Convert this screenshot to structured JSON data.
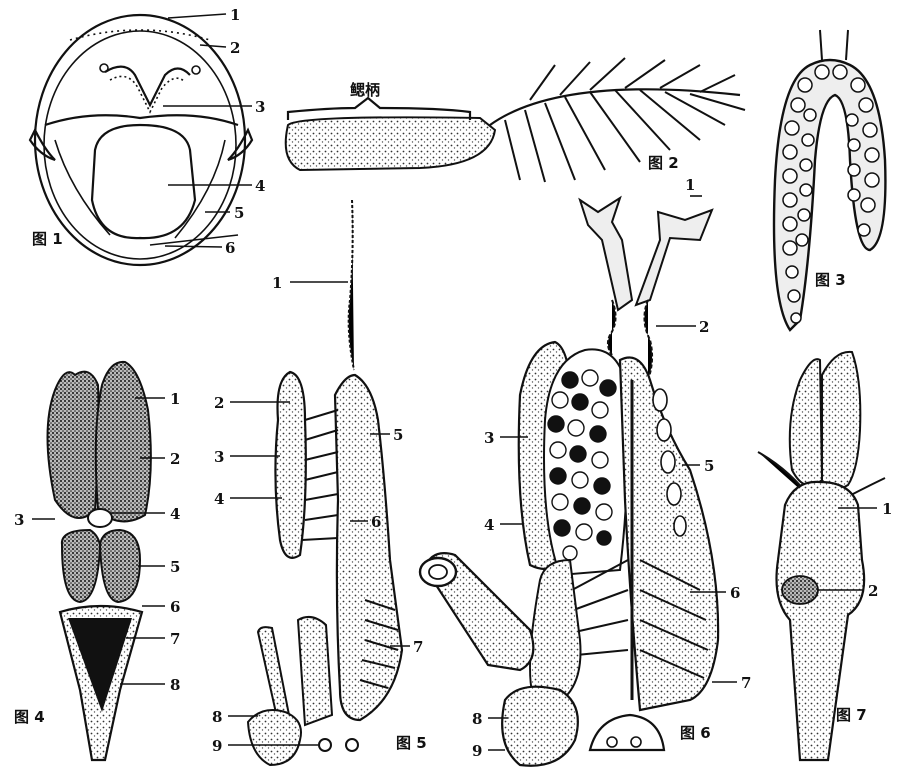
{
  "figure_captions": [
    "图 1",
    "图 2",
    "图 3",
    "图 4",
    "图 5",
    "图 6",
    "图 7"
  ],
  "fig1_labels": [
    "1",
    "2",
    "3",
    "4",
    "5",
    "6"
  ],
  "fig2_label": "鳃柄",
  "fig4_labels": [
    "1",
    "2",
    "3",
    "4",
    "5",
    "6",
    "7",
    "8"
  ],
  "fig5_labels": [
    "1",
    "2",
    "3",
    "4",
    "5",
    "6",
    "7",
    "8",
    "9"
  ],
  "fig6_labels": [
    "1",
    "2",
    "3",
    "4",
    "5",
    "6",
    "7",
    "8",
    "9"
  ],
  "fig7_labels": [
    "1",
    "2"
  ],
  "colors": {
    "ink": "#111111",
    "paper": "#ffffff",
    "stipple": "#3a3a3a"
  }
}
